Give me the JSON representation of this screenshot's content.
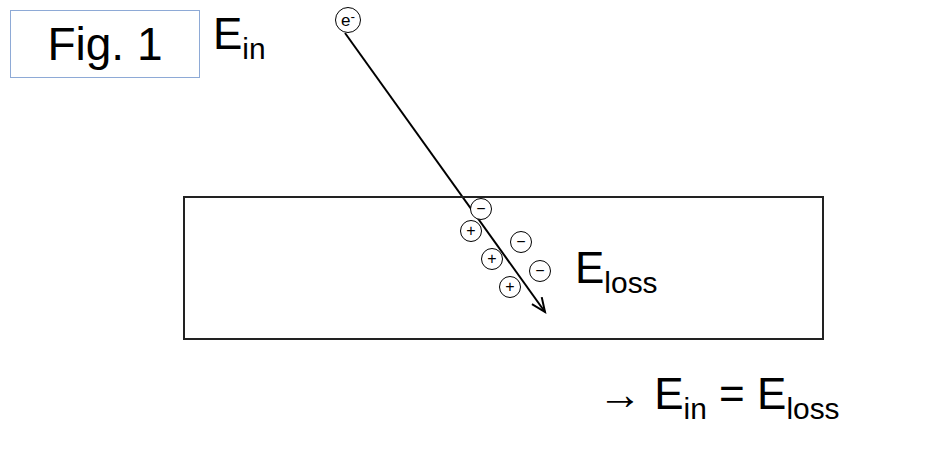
{
  "diagram": {
    "nodes": [
      {
        "text": [
          "Fig. 1"
        ]
      },
      {
        "text": [
          "e-"
        ]
      },
      {
        "text": [
          "Eloss"
        ]
      },
      {
        "text": [
          "−"
        ],
        "in": 2
      },
      {
        "text": [
          "+"
        ],
        "in": 2
      },
      {
        "text": [
          "−"
        ],
        "in": 2
      },
      {
        "text": [
          "+"
        ],
        "in": 2
      },
      {
        "text": [
          "−"
        ],
        "in": 2
      },
      {
        "text": [
          "+"
        ],
        "in": 2
      }
    ],
    "labels": [
      "Ein",
      "→ Ein = Eloss"
    ]
  }
}
